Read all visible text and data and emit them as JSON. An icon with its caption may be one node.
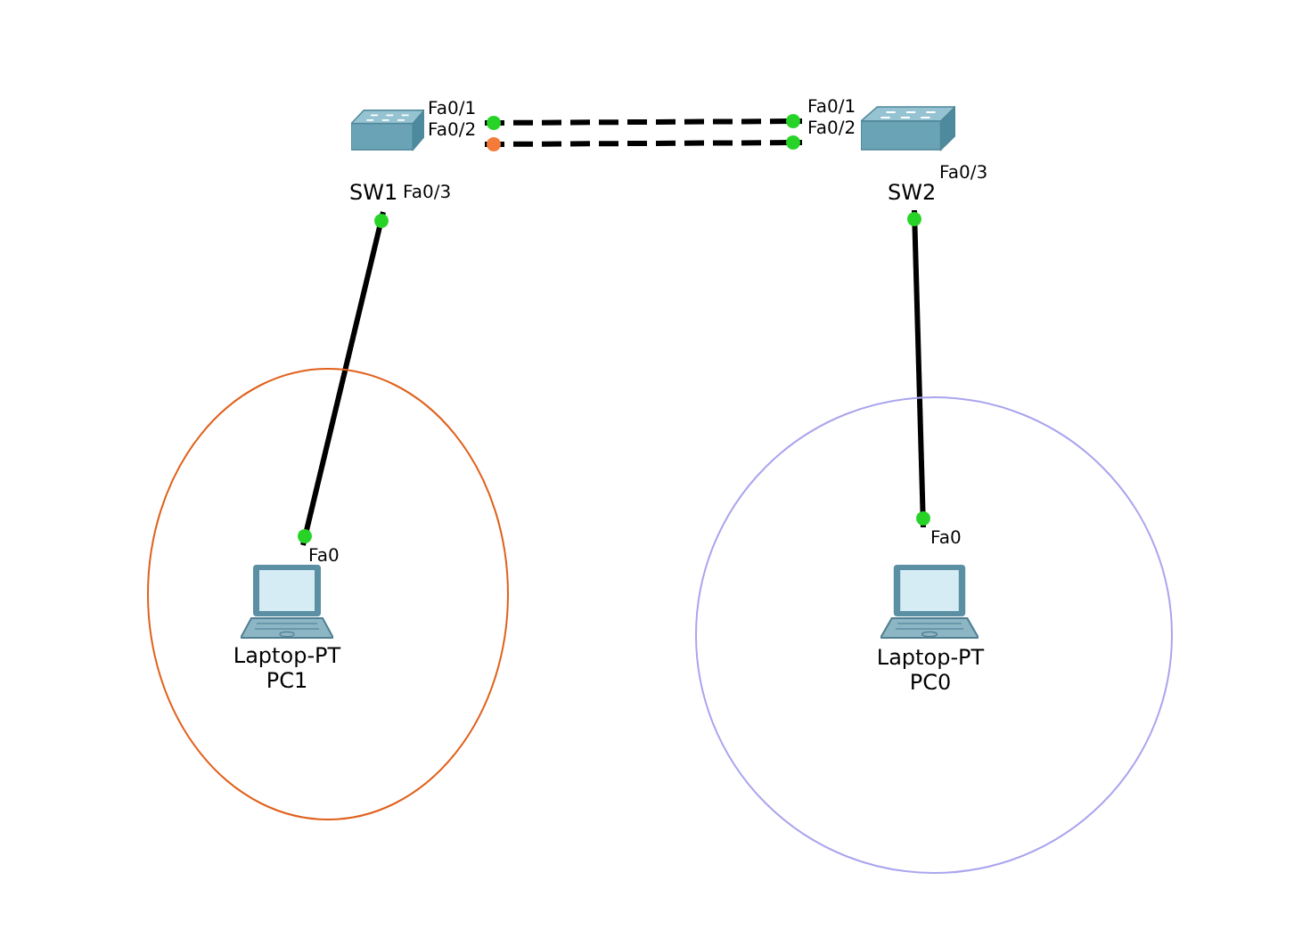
{
  "diagram": {
    "nodes": [
      {
        "text": [
          "SW1"
        ],
        "beside": [
          "Fa0/1",
          "Fa0/2",
          "Fa0/3"
        ]
      },
      {
        "text": [
          "SW2"
        ],
        "beside": [
          "Fa0/1",
          "Fa0/2",
          "Fa0/3"
        ]
      },
      {
        "text": [],
        "shape": "ellipse"
      },
      {
        "text": [
          "Laptop-PT",
          "PC1"
        ],
        "beside": [
          "Fa0"
        ],
        "in": 2
      },
      {
        "text": [],
        "shape": "circle"
      },
      {
        "text": [
          "Laptop-PT",
          "PC0"
        ],
        "beside": [
          "Fa0"
        ],
        "in": 4
      }
    ],
    "edges": [
      {
        "from": 0,
        "to": 1,
        "arrow": "none",
        "style": "dashed"
      },
      {
        "from": 0,
        "to": 1,
        "arrow": "none",
        "style": "dashed"
      },
      {
        "from": 0,
        "to": 3,
        "arrow": "none"
      },
      {
        "from": 1,
        "to": 5,
        "arrow": "none"
      }
    ]
  }
}
